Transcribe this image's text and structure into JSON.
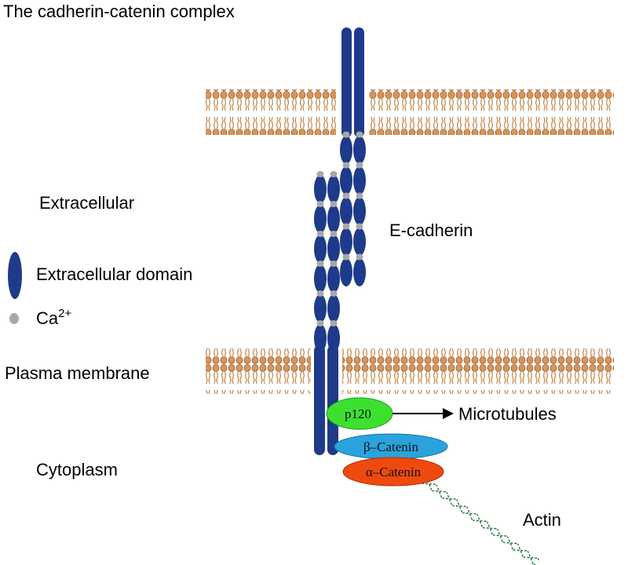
{
  "title": "The cadherin-catenin complex",
  "labels": {
    "extracellular": "Extracellular",
    "e_cadherin": "E-cadherin",
    "plasma_membrane": "Plasma membrane",
    "cytoplasm": "Cytoplasm",
    "microtubules": "Microtubules",
    "actin": "Actin"
  },
  "legend": {
    "domain": "Extracellular domain",
    "calcium": "Ca",
    "calcium_charge": "2+"
  },
  "proteins": {
    "p120": "p120",
    "beta": "β–Catenin",
    "alpha": "α–Catenin"
  },
  "colors": {
    "cadherin": "#1e3a8a",
    "calcium": "#a8a8a8",
    "membrane": "#d8955a",
    "p120": "#3ee030",
    "beta": "#2aa3dd",
    "alpha": "#ee4a10",
    "actin": "#1b6e33"
  }
}
